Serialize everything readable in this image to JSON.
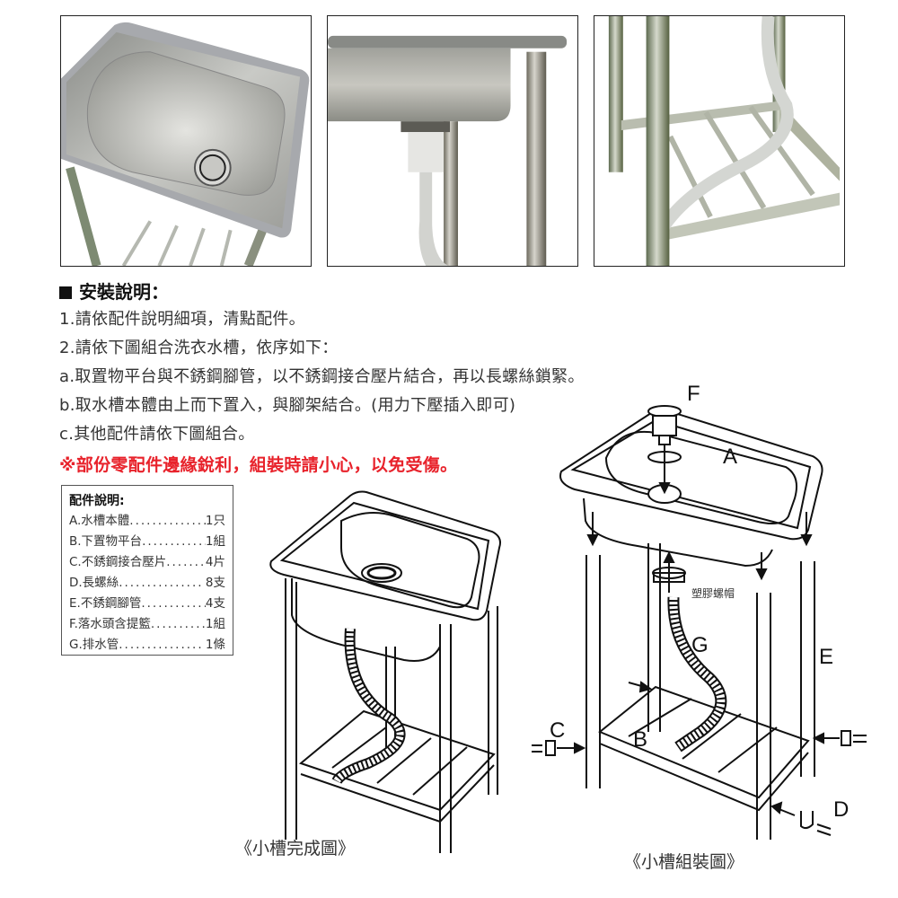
{
  "photos": [
    {
      "name": "sink-top-view-photo",
      "description": "stainless sink basin top view"
    },
    {
      "name": "sink-drain-side-photo",
      "description": "sink underside with drain and leg"
    },
    {
      "name": "shelf-frame-photo",
      "description": "lower shelf frame with drain hose"
    }
  ],
  "instructions": {
    "title": "安裝說明：",
    "lines": [
      "1.請依配件說明細項，清點配件。",
      "2.請依下圖組合洗衣水槽，依序如下：",
      "a.取置物平台與不銹鋼腳管，以不銹鋼接合壓片結合，再以長螺絲鎖緊。",
      "b.取水槽本體由上而下置入，與腳架結合。(用力下壓插入即可)",
      "c.其他配件請依下圖組合。"
    ],
    "warning": "※部份零配件邊緣銳利，組裝時請小心，以免受傷。",
    "warning_color": "#e8222b"
  },
  "parts": {
    "title": "配件說明:",
    "items": [
      {
        "name": "A.水槽本體",
        "qty": "1只"
      },
      {
        "name": "B.下置物平台",
        "qty": "1組"
      },
      {
        "name": "C.不銹鋼接合壓片",
        "qty": "4片"
      },
      {
        "name": "D.長螺絲",
        "qty": "8支"
      },
      {
        "name": "E.不銹鋼腳管",
        "qty": "4支"
      },
      {
        "name": "F.落水頭含提籃",
        "qty": "1組"
      },
      {
        "name": "G.排水管",
        "qty": "1條"
      }
    ],
    "dots": "..............."
  },
  "diagrams": {
    "complete_caption": "《小槽完成圖》",
    "assembly_caption": "《小槽組裝圖》",
    "labels": {
      "A": "A",
      "B": "B",
      "C": "C",
      "D": "D",
      "E": "E",
      "F": "F",
      "G": "G",
      "plastic_nut": "塑膠螺帽"
    }
  }
}
